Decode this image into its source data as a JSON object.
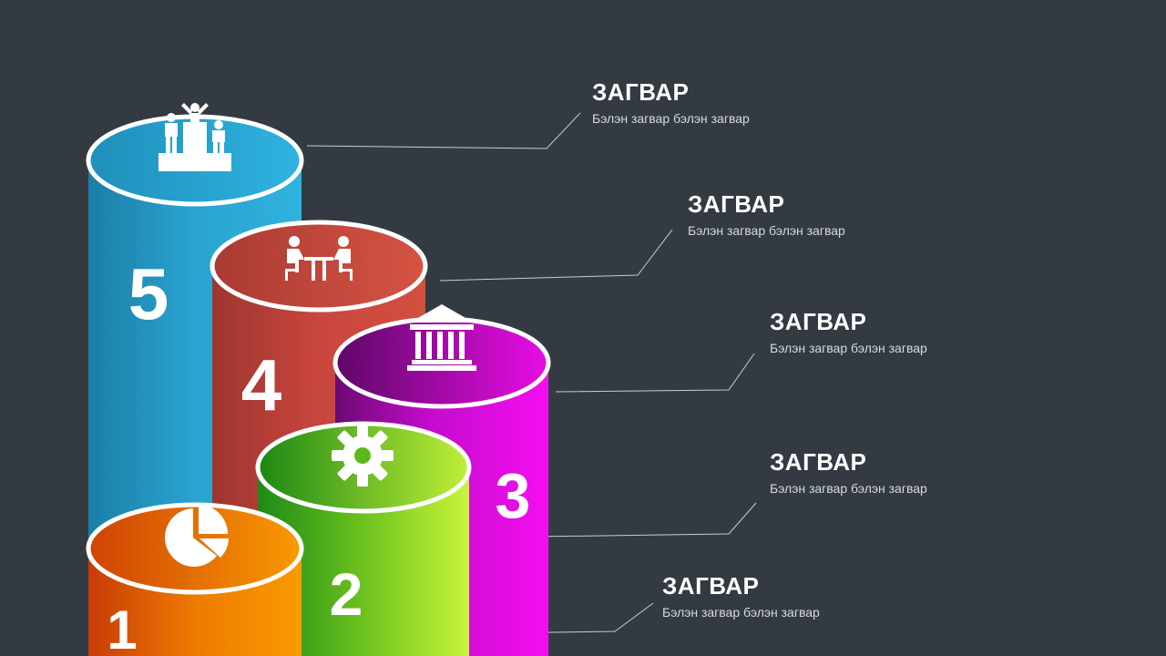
{
  "steps": [
    {
      "number": "5",
      "title": "ЗАГВАР",
      "desc": "Бэлэн загвар бэлэн загвар",
      "icon": "podium-icon",
      "color": "#2aa3cf"
    },
    {
      "number": "4",
      "title": "ЗАГВАР",
      "desc": "Бэлэн загвар бэлэн загвар",
      "icon": "meeting-icon",
      "color": "#c8463d"
    },
    {
      "number": "3",
      "title": "ЗАГВАР",
      "desc": "Бэлэн загвар бэлэн загвар",
      "icon": "bank-icon",
      "color": "#e10ae2"
    },
    {
      "number": "2",
      "title": "ЗАГВАР",
      "desc": "Бэлэн загвар бэлэн загвар",
      "icon": "gear-icon",
      "color": "#7cd31e"
    },
    {
      "number": "1",
      "title": "ЗАГВАР",
      "desc": "Бэлэн загвар бэлэн загвар",
      "icon": "pie-chart-icon",
      "color": "#f08a00"
    }
  ]
}
